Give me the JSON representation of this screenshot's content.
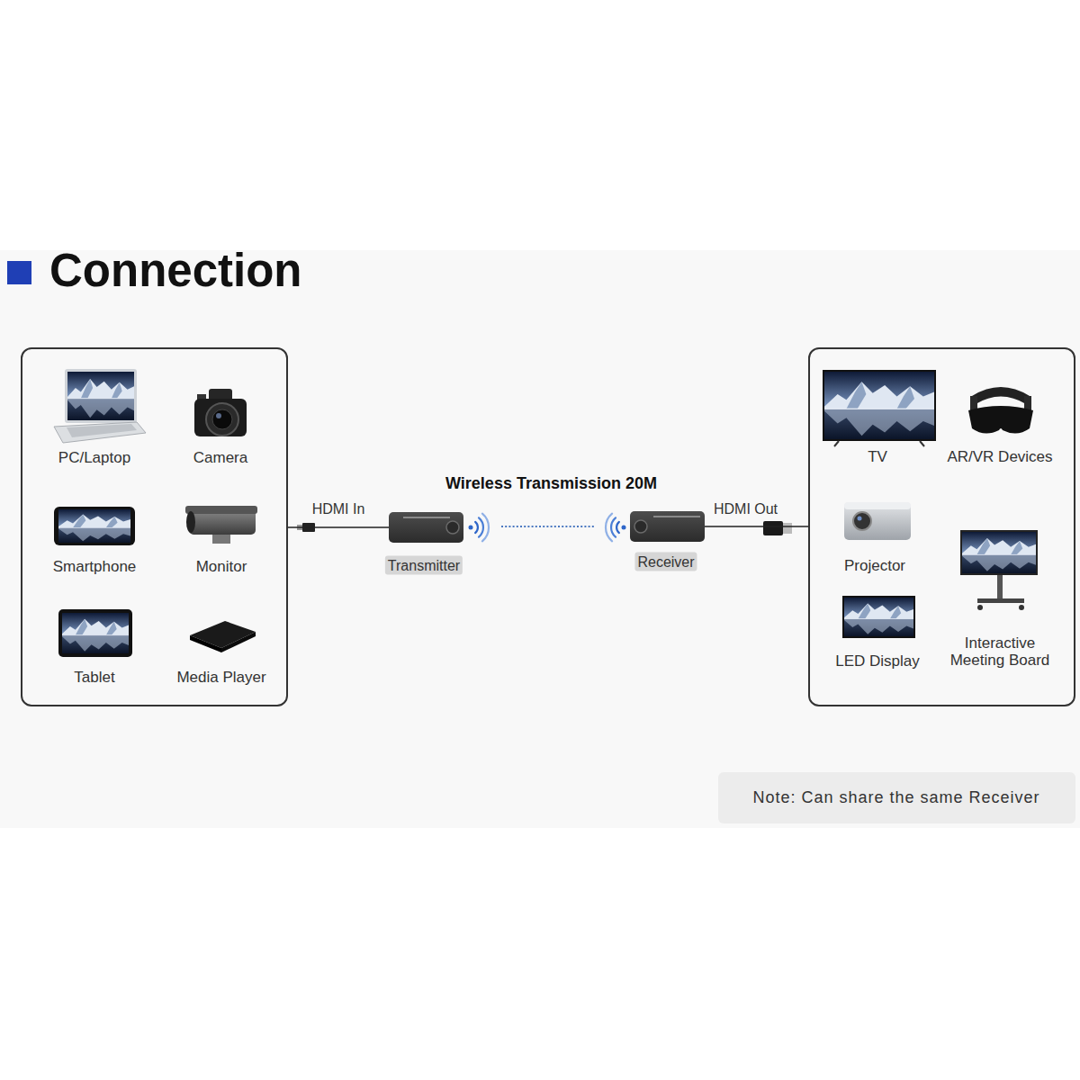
{
  "diagram": {
    "title": "Connection",
    "nodes": [
      {
        "text": [
          "PC/Laptop",
          "Camera",
          "Smartphone",
          "Monitor",
          "Tablet",
          "Media Player"
        ]
      },
      {
        "text": [
          "Transmitter"
        ]
      },
      {
        "text": [
          "Receiver"
        ]
      },
      {
        "text": [
          "TV",
          "AR/VR Devices",
          "Projector",
          "LED Display",
          "Interactive Meeting Board"
        ]
      },
      {
        "text": [
          "Note: Can share the same Receiver"
        ]
      }
    ],
    "edges": [
      {
        "from": 0,
        "to": 1,
        "label": "HDMI In",
        "arrow": "none"
      },
      {
        "from": 1,
        "to": 2,
        "label": "Wireless Transmission 20M",
        "arrow": "none"
      },
      {
        "from": 2,
        "to": 3,
        "label": "HDMI Out",
        "arrow": "none"
      }
    ]
  }
}
